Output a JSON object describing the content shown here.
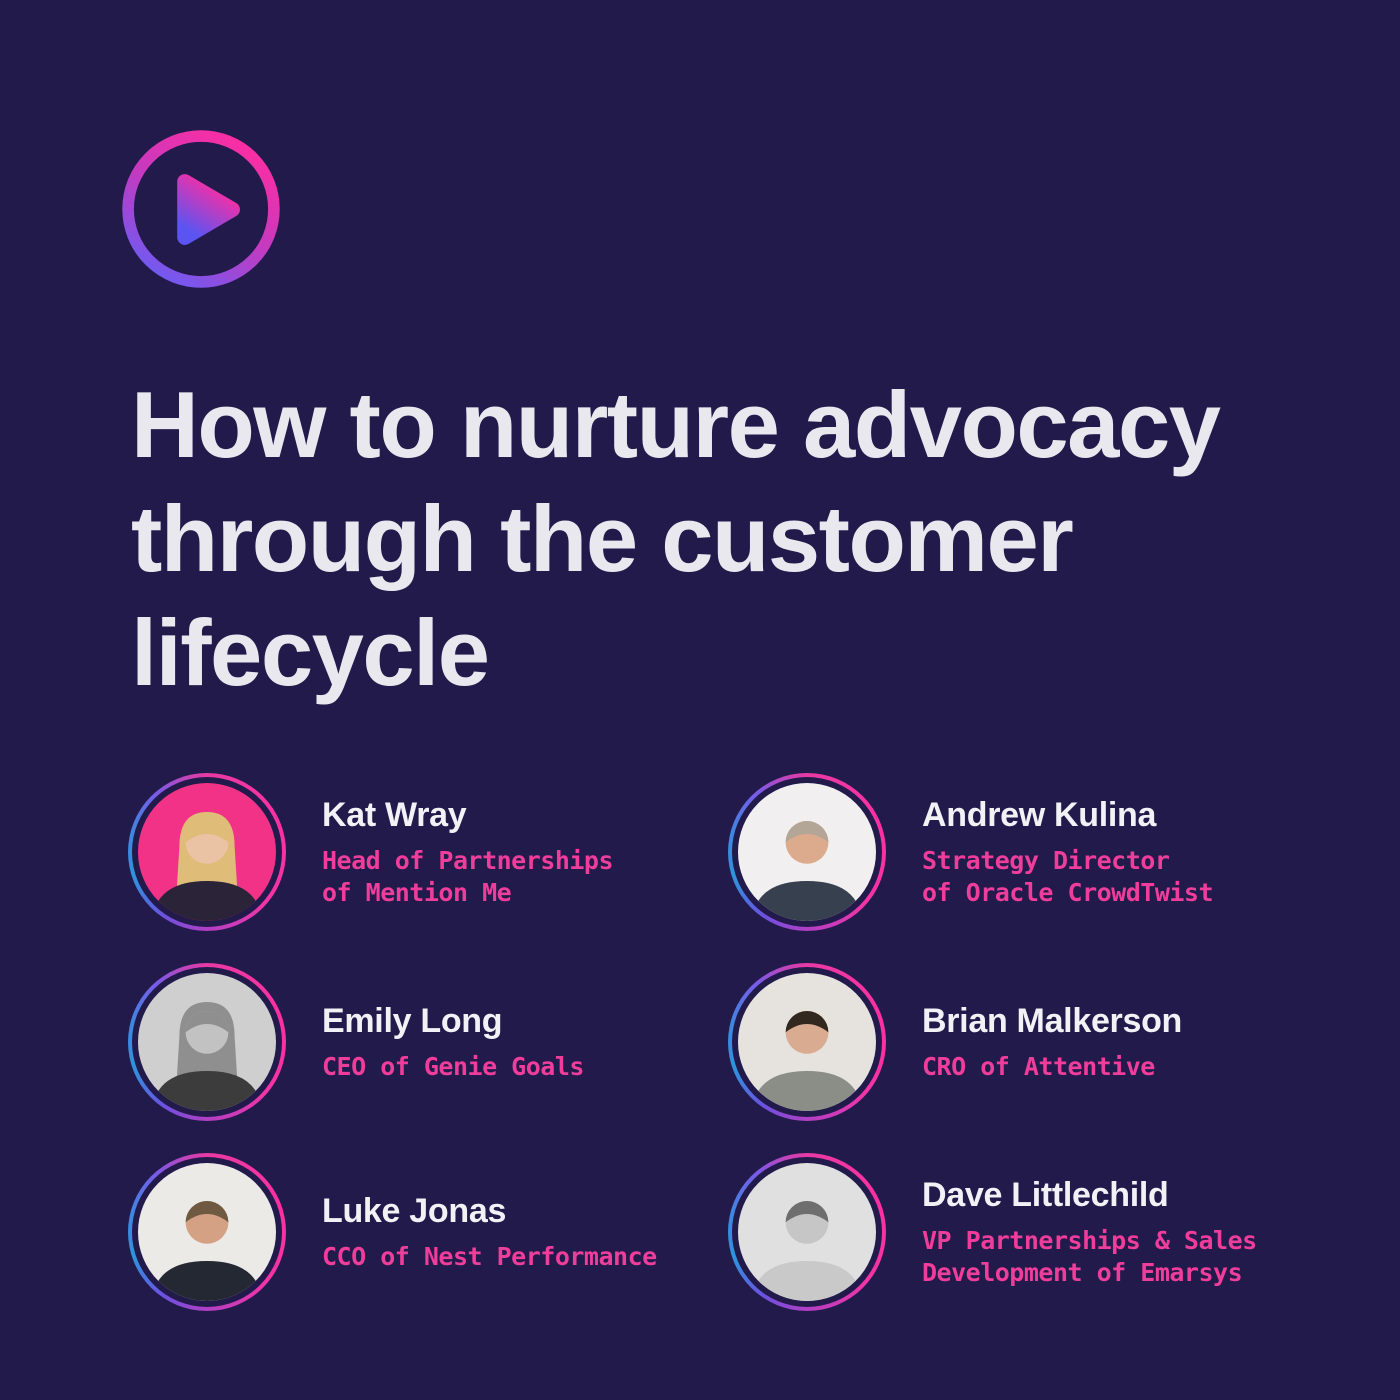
{
  "title": {
    "text": "How to nurture advocacy through the customer lifecycle"
  },
  "brand": {
    "icon": "play-icon"
  },
  "colors": {
    "background": "#211a4b",
    "title_text": "#e9e8ee",
    "name_text": "#f2f1f6",
    "role_text": "#ee3d9a",
    "gradient_pink": "#ff2fa2",
    "gradient_purple": "#8a4ad0",
    "gradient_blue": "#2e93dd",
    "play_gradient_start": "#ff2da1",
    "play_gradient_end": "#6a5cf5"
  },
  "speakers": [
    {
      "name": "Kat Wray",
      "role_lines": [
        "Head of Partnerships",
        "of Mention Me"
      ],
      "photo": {
        "hair_style": "long",
        "bg": "#f23286",
        "skin": "#eac3a5",
        "hair": "#dfbc77",
        "clothes": "#2b2337"
      }
    },
    {
      "name": "Andrew Kulina",
      "role_lines": [
        "Strategy Director",
        "of Oracle CrowdTwist"
      ],
      "photo": {
        "hair_style": "short",
        "bg": "#f1eff0",
        "skin": "#dcab8d",
        "hair": "#b3a697",
        "clothes": "#37404e"
      }
    },
    {
      "name": "Emily Long",
      "role_lines": [
        "CEO of Genie Goals"
      ],
      "photo": {
        "hair_style": "long",
        "bg": "#cfcfcf",
        "skin": "#c2c2c2",
        "hair": "#8f8f8f",
        "clothes": "#3c3c3c"
      }
    },
    {
      "name": "Brian Malkerson",
      "role_lines": [
        "CRO of Attentive"
      ],
      "photo": {
        "hair_style": "short",
        "bg": "#e6e3df",
        "skin": "#d9ab90",
        "hair": "#32281f",
        "clothes": "#8b8d87"
      }
    },
    {
      "name": "Luke Jonas",
      "role_lines": [
        "CCO of Nest Performance"
      ],
      "photo": {
        "hair_style": "short",
        "bg": "#eceae7",
        "skin": "#d4a184",
        "hair": "#6f5a41",
        "clothes": "#232832"
      }
    },
    {
      "name": "Dave Littlechild",
      "role_lines": [
        "VP Partnerships & Sales",
        "Development of Emarsys"
      ],
      "photo": {
        "hair_style": "short",
        "bg": "#e0e0e0",
        "skin": "#c6c6c6",
        "hair": "#6e6e6e",
        "clothes": "#c9c9c9"
      }
    }
  ]
}
